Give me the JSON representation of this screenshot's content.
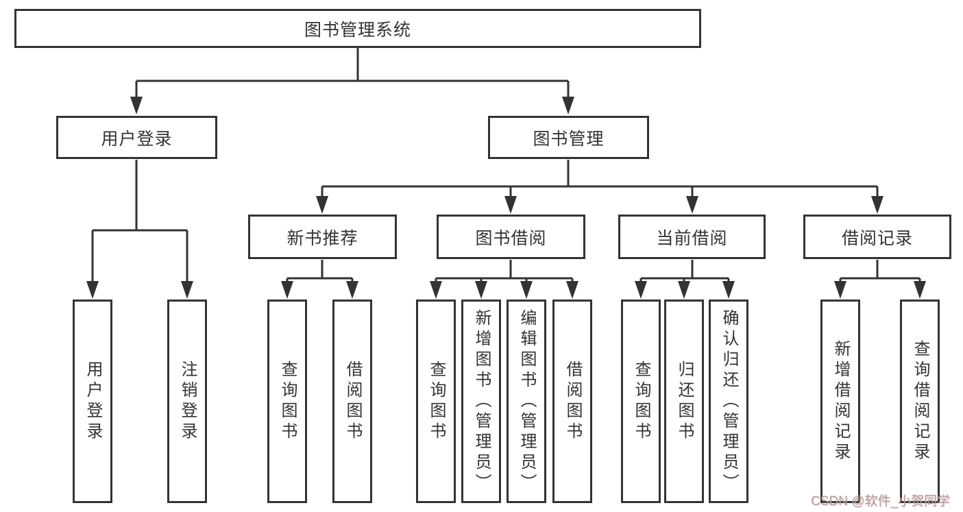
{
  "tree": {
    "label": "图书管理系统",
    "children": [
      {
        "label": "用户登录",
        "children": [
          {
            "label": "用户登录"
          },
          {
            "label": "注销登录"
          }
        ]
      },
      {
        "label": "图书管理",
        "children": [
          {
            "label": "新书推荐",
            "children": [
              {
                "label": "查询图书"
              },
              {
                "label": "借阅图书"
              }
            ]
          },
          {
            "label": "图书借阅",
            "children": [
              {
                "label": "查询图书"
              },
              {
                "label": "新增图书（管理员）"
              },
              {
                "label": "编辑图书（管理员）"
              },
              {
                "label": "借阅图书"
              }
            ]
          },
          {
            "label": "当前借阅",
            "children": [
              {
                "label": "查询图书"
              },
              {
                "label": "归还图书"
              },
              {
                "label": "确认归还（管理员）"
              }
            ]
          },
          {
            "label": "借阅记录",
            "children": [
              {
                "label": "新增借阅记录"
              },
              {
                "label": "查询借阅记录"
              }
            ]
          }
        ]
      }
    ]
  },
  "watermark": {
    "text": "CSDN @软件_小贺同学"
  },
  "colors": {
    "line": "#333333",
    "background": "#ffffff",
    "watermark": "#aba3a3"
  }
}
